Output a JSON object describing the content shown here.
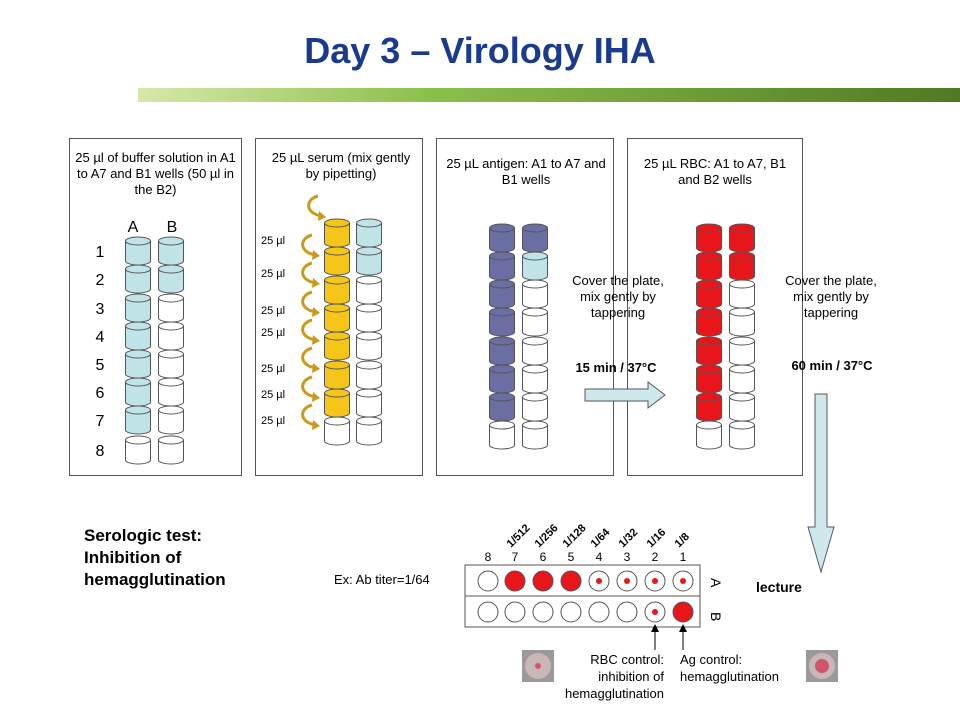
{
  "title": "Day 3 – Virology IHA",
  "steps": [
    {
      "text": "25 µl of buffer solution in A1 to A7 and B1 wells (50 µl in the B2)",
      "column_a": "A",
      "column_b": "B",
      "rows": [
        "1",
        "2",
        "3",
        "4",
        "5",
        "6",
        "7",
        "8"
      ]
    },
    {
      "text": "25 µL serum (mix gently by pipetting)",
      "transfer_label": "25 µl"
    },
    {
      "text": "25 µL antigen: A1 to A7 and B1 wells"
    },
    {
      "text": "25 µL RBC: A1 to A7, B1 and B2 wells"
    }
  ],
  "incubations": [
    {
      "text": "Cover the plate, mix gently by tappering",
      "time": "15 min / 37°C"
    },
    {
      "text": "Cover the plate, mix gently by tappering",
      "time": "60 min / 37°C"
    }
  ],
  "serologic": {
    "title": "Serologic test: Inhibition of hemagglutination",
    "example": "Ex: Ab titer=1/64",
    "columns": [
      "8",
      "7",
      "6",
      "5",
      "4",
      "3",
      "2",
      "1"
    ],
    "dilutions": [
      "1/512",
      "1/256",
      "1/128",
      "1/64",
      "1/32",
      "1/16",
      "1/8"
    ],
    "row_a": "A",
    "row_b": "B",
    "lecture": "lecture",
    "rbc_control": "RBC control: inhibition of hemagglutination",
    "ag_control": "Ag control: hemagglutination"
  },
  "colors": {
    "title": "#1a3a8f",
    "buffer": "#bfe3e6",
    "serum": "#f5c518",
    "antigen": "#6b6ea3",
    "rbc": "#e8151b",
    "arrow": "#cfe8ec",
    "transfer": "#c99a1c"
  },
  "wells": {
    "buffer_a": [
      "buffer",
      "buffer",
      "buffer",
      "buffer",
      "buffer",
      "buffer",
      "buffer",
      "empty"
    ],
    "buffer_b": [
      "buffer",
      "buffer",
      "empty",
      "empty",
      "empty",
      "empty",
      "empty",
      "empty"
    ],
    "serum_a": [
      "serum",
      "serum",
      "serum",
      "serum",
      "serum",
      "serum",
      "serum",
      "empty"
    ],
    "serum_b": [
      "buffer",
      "buffer",
      "empty",
      "empty",
      "empty",
      "empty",
      "empty",
      "empty"
    ],
    "antigen_a": [
      "antigen",
      "antigen",
      "antigen",
      "antigen",
      "antigen",
      "antigen",
      "antigen",
      "empty"
    ],
    "antigen_b": [
      "antigen",
      "buffer",
      "empty",
      "empty",
      "empty",
      "empty",
      "empty",
      "empty"
    ],
    "rbc_a": [
      "rbc",
      "rbc",
      "rbc",
      "rbc",
      "rbc",
      "rbc",
      "rbc",
      "empty"
    ],
    "rbc_b": [
      "rbc",
      "rbc",
      "empty",
      "empty",
      "empty",
      "empty",
      "empty",
      "empty"
    ],
    "result_a": [
      "empty",
      "full",
      "full",
      "full",
      "dot",
      "dot",
      "dot",
      "dot"
    ],
    "result_b": [
      "empty",
      "empty",
      "empty",
      "empty",
      "empty",
      "empty",
      "dot",
      "full"
    ]
  }
}
